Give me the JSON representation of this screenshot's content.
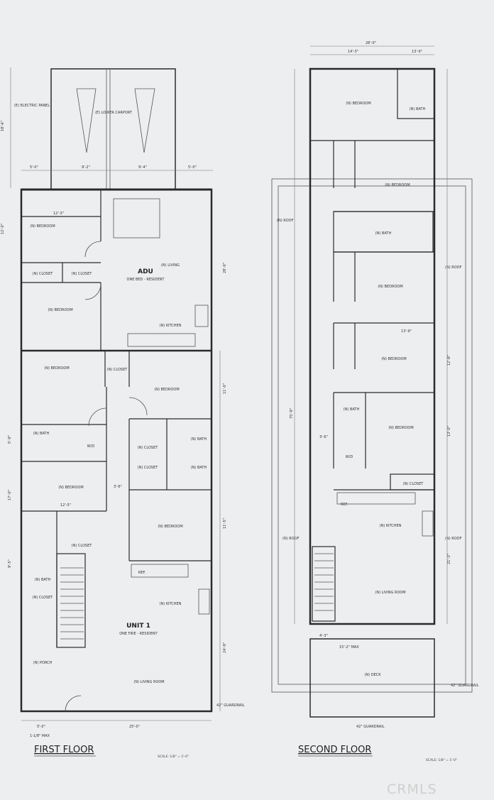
{
  "first_floor": {
    "title": "FIRST FLOOR",
    "scale": "SCALE: 1/8\" = 1'-0\"",
    "adu_label": "ADU",
    "adu_note": "ONE BED - RESIDENT",
    "unit_label": "UNIT 1",
    "unit_note": "ONE FIRE - RESIDENT",
    "garage_note": "(E) LOWER CARPORT",
    "electrical_note": "(E) ELECTRIC PANEL",
    "rooms": {
      "bedroom": "(N) BEDROOM",
      "closet": "(N) CLOSET",
      "living": "(N) LIVING",
      "kitchen": "(N) KITCHEN",
      "bath": "(N) BATH",
      "wd": "W/D",
      "porch": "(N) PORCH",
      "living_room": "(N) LIVING ROOM",
      "ref": "REF."
    },
    "dims": {
      "d1": "5'-0\"",
      "d2": "9'-2\"",
      "d3": "9'-4\"",
      "d4": "5'-0\"",
      "d5": "12'-3\"",
      "d6": "12'-0\"",
      "d7": "28'-0\"",
      "d8": "25'-0\"",
      "d9": "12'-5\"",
      "d10": "3'-6\"",
      "d11": "17'-0\"",
      "d12": "24'-9\"",
      "d13": "1-1/8\" MAX",
      "d14": "5'-0\"",
      "d15": "11'-0\"",
      "d16": "11'-5\"",
      "d17": "18'-6\"",
      "d18": "9'-5\"",
      "d19": "5'-9\""
    }
  },
  "second_floor": {
    "title": "SECOND FLOOR",
    "scale": "SCALE: 1/8\" = 1'-0\"",
    "deck_note": "(N) DECK",
    "roof_label": "(N) ROOF",
    "rooms": {
      "bedroom": "(N) BEDROOM",
      "bath": "(N) BATH",
      "kitchen": "(N) KITCHEN",
      "living_room": "(N) LIVING ROOM",
      "closet": "(N) CLOSET",
      "wd": "W/D",
      "ref": "REF."
    },
    "dims": {
      "d1": "28'-0\"",
      "d2": "14'-3\"",
      "d3": "13'-9\"",
      "d4": "75'-9\"",
      "d5": "12'-8\"",
      "d6": "13'-0\"",
      "d7": "21'-3\"",
      "d8": "13'-9\"",
      "d9": "4'-3\"",
      "d10": "15'-2\" MAX",
      "d11": "3'-6\"",
      "guard1": "42\" GUARDRAIL",
      "guard2": "42\" GUARDRAIL",
      "guard3": "42\" GUARDRAIL"
    }
  },
  "watermark": "CRMLS"
}
